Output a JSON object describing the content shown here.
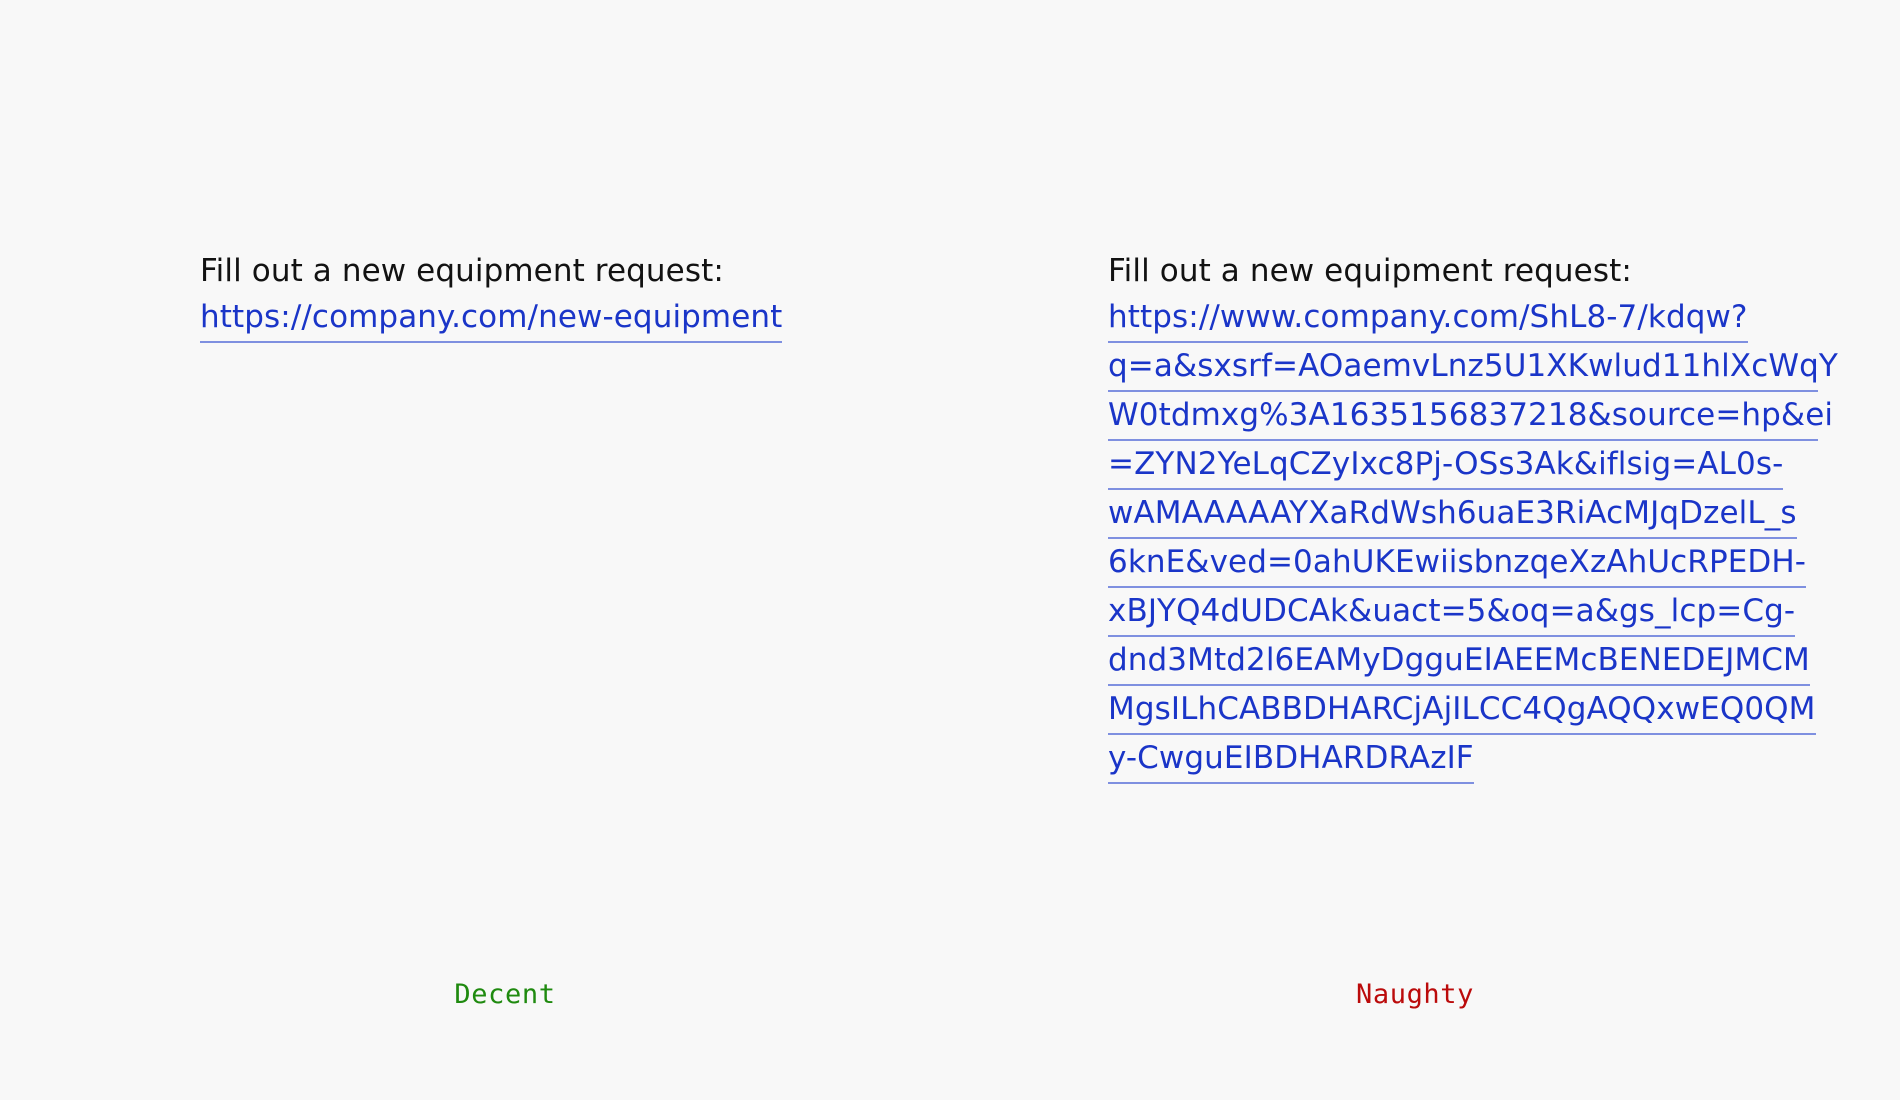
{
  "page": {
    "background_color": "#f8f8f8",
    "text_color": "#121212",
    "link_color": "#1a35c8",
    "link_underline_color": "#7f90e0"
  },
  "columns": [
    {
      "id": "decent",
      "prompt": "Fill out a new equipment request:",
      "link_text": "https://company.com/new-equipment",
      "link_lines": [
        "https://company.com/new-equipment"
      ],
      "verdict": {
        "label": "Decent",
        "color": "#1f8a0f"
      }
    },
    {
      "id": "naughty",
      "prompt": "Fill out a new equipment request:",
      "link_text": "https://www.company.com/ShL8-7/kdqw?q=a&sxsrf=AOaemvLnz5U1XKwlud11hlXcWqYW0tdmxg%3A1635156837218&source=hp&ei=ZYN2YeLqCZyIxc8Pj-OSs3Ak&iflsig=AL0s-wAMAAAAAYXaRdWsh6uaE3RiAcMJqDzelL_s6knE&ved=0ahUKEwiisbnzqeXzAhUcRPEDH-xBJYQ4dUDCAk&uact=5&oq=a&gs_lcp=Cg-dnd3Mtd2l6EAMyDgguEIAEEMcBENEDEJMCMMgsILhCABBDHARCjAjILCC4QgAQQxwEQ0QMy-CwguEIBDHARDRAzIF",
      "link_lines": [
        "https://www.company.com/ShL8-7/kdqw?",
        "q=a&sxsrf=AOaemvLnz5U1XKwlud11hlXcWqY",
        "W0tdmxg%3A1635156837218&source=hp&ei",
        "=ZYN2YeLqCZyIxc8Pj-OSs3Ak&iflsig=AL0s-",
        "wAMAAAAAYXaRdWsh6uaE3RiAcMJqDzelL_s",
        "6knE&ved=0ahUKEwiisbnzqeXzAhUcRPEDH-",
        "xBJYQ4dUDCAk&uact=5&oq=a&gs_lcp=Cg-",
        "dnd3Mtd2l6EAMyDgguEIAEEMcBENEDEJMCM",
        "MgsILhCABBDHARCjAjILCC4QgAQQxwEQ0QM",
        "y-CwguEIBDHARDRAzIF"
      ],
      "verdict": {
        "label": "Naughty",
        "color": "#bb0b0b"
      }
    }
  ]
}
